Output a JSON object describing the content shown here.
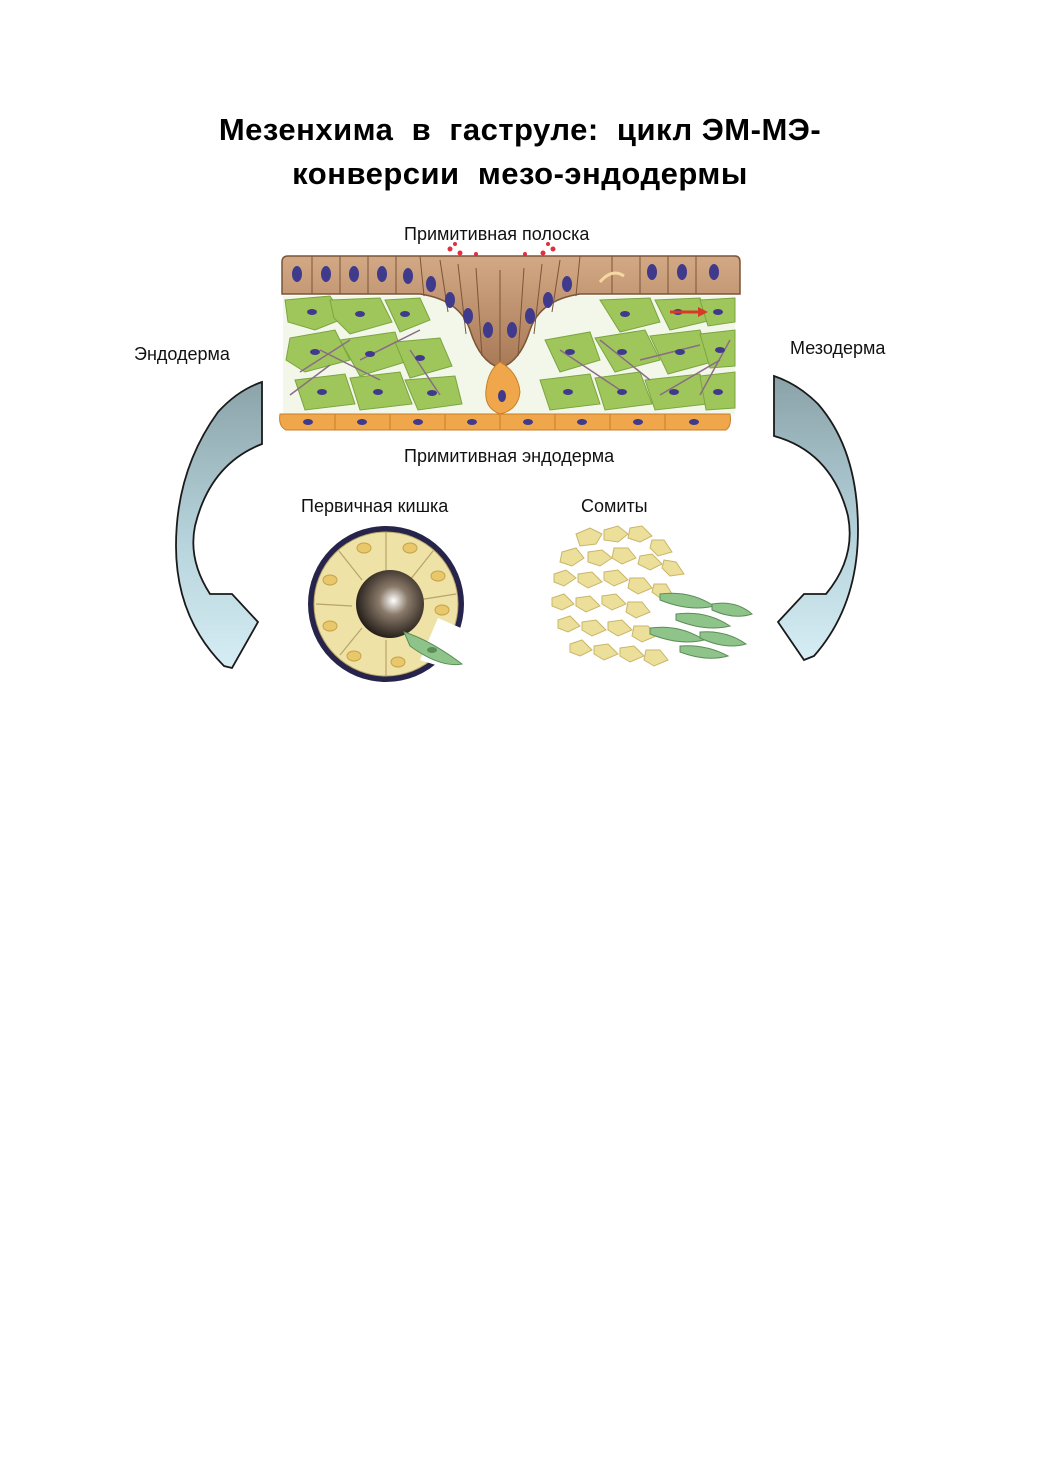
{
  "title": {
    "line1": "Мезенхима  в  гаструле:  цикл ЭМ-МЭ-",
    "line2": "конверсии  мезо-эндодермы"
  },
  "labels": {
    "primitive_streak": "Примитивная полоска",
    "endoderm": "Эндодерма",
    "mesoderm": "Мезодерма",
    "primitive_endoderm": "Примитивная эндодерма",
    "primary_gut": "Первичная кишка",
    "somites": "Сомиты"
  },
  "colors": {
    "epiblast": "#b98a64",
    "nucleus": "#3f3a8c",
    "mesenchyme": "#9fc65a",
    "hypoblast": "#f0a64a",
    "arrow_left_top": "#8aa3a8",
    "arrow_left_bottom": "#cfe7ef",
    "gut_cell": "#efe2a6",
    "somite_cell": "#ecdf9a",
    "green_cell": "#8ec38a",
    "streak_marks": "#e03040"
  }
}
